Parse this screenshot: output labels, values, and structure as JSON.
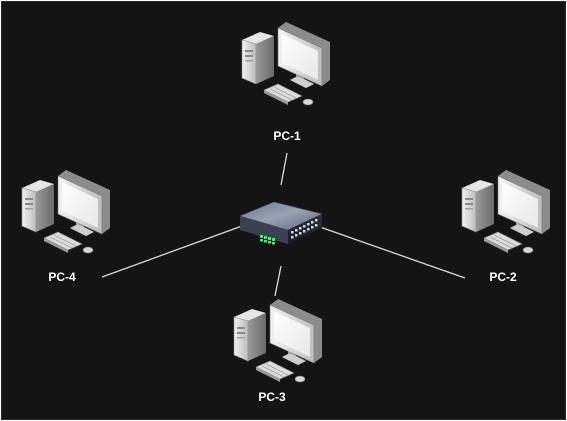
{
  "diagram": {
    "background": "#141414",
    "link_color": "#d9d9d9",
    "hub": {
      "icon": "network-switch-icon"
    },
    "nodes": [
      {
        "id": "pc1",
        "label": "PC-1",
        "icon": "desktop-computer-icon"
      },
      {
        "id": "pc2",
        "label": "PC-2",
        "icon": "desktop-computer-icon"
      },
      {
        "id": "pc3",
        "label": "PC-3",
        "icon": "desktop-computer-icon"
      },
      {
        "id": "pc4",
        "label": "PC-4",
        "icon": "desktop-computer-icon"
      }
    ],
    "links": [
      {
        "from": "switch",
        "to": "pc1"
      },
      {
        "from": "switch",
        "to": "pc2"
      },
      {
        "from": "switch",
        "to": "pc3"
      },
      {
        "from": "switch",
        "to": "pc4"
      }
    ]
  }
}
